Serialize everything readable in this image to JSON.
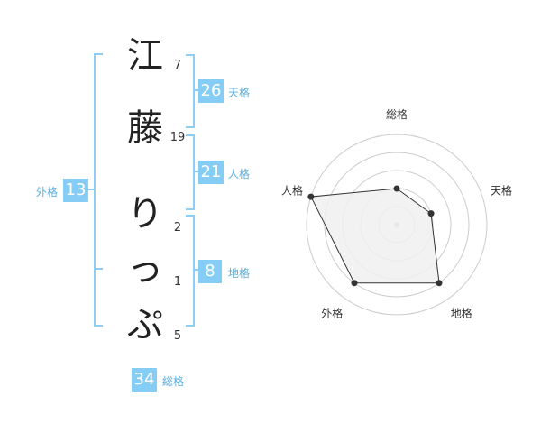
{
  "name": {
    "characters": [
      {
        "char": "江",
        "strokes": "7"
      },
      {
        "char": "藤",
        "strokes": "19"
      },
      {
        "char": "り",
        "strokes": "2"
      },
      {
        "char": "っ",
        "strokes": "1"
      },
      {
        "char": "ぷ",
        "strokes": "5"
      }
    ]
  },
  "kaku": {
    "tenkaku": {
      "value": "26",
      "label": "天格"
    },
    "jinkaku": {
      "value": "21",
      "label": "人格"
    },
    "chikaku": {
      "value": "8",
      "label": "地格"
    },
    "gaikaku": {
      "value": "13",
      "label": "外格"
    },
    "soukaku": {
      "value": "34",
      "label": "総格"
    }
  },
  "colors": {
    "accent": "#86cdf5",
    "bracket": "#8ecdf5",
    "radar_fill": "#f0f0f0",
    "radar_stroke": "#333333",
    "ring": "#cccccc"
  },
  "chart_data": {
    "type": "radar",
    "axes": [
      "総格",
      "天格",
      "地格",
      "外格",
      "人格"
    ],
    "values": [
      2,
      2,
      4,
      4,
      5
    ],
    "range": [
      0,
      5
    ]
  }
}
